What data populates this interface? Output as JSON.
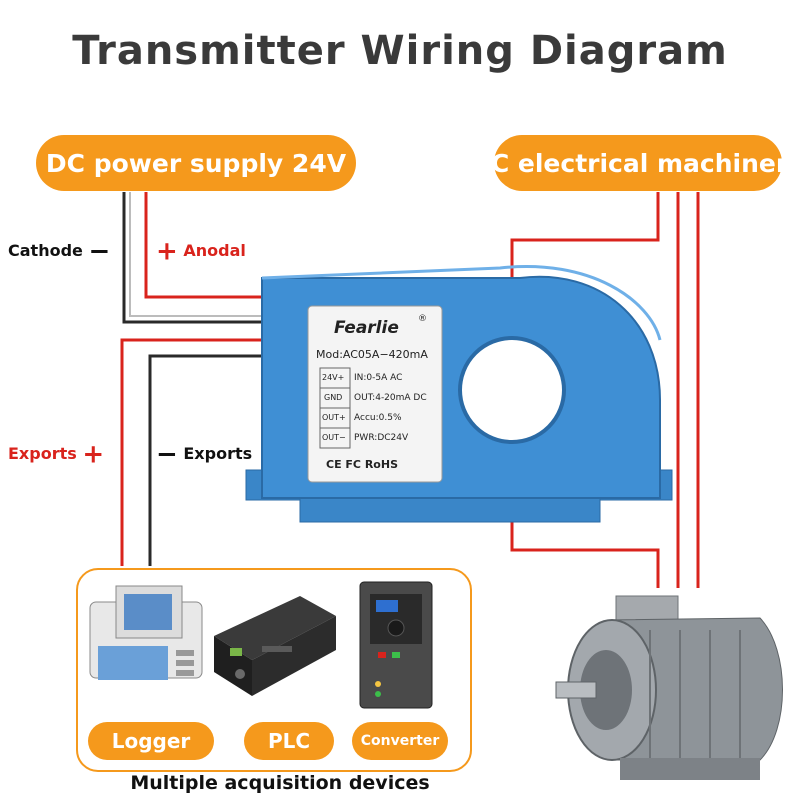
{
  "title": "Transmitter Wiring Diagram",
  "power_supply": "DC power supply 24V",
  "machinery": "AC electrical machinery",
  "cathode": "Cathode",
  "anodal": "Anodal",
  "exports_plus": "Exports",
  "exports_minus": "Exports",
  "symbols": {
    "minus": "−",
    "plus": "+"
  },
  "device_label": {
    "brand": "Fearlie",
    "registered": "®",
    "model": "Mod:AC05A−420mA",
    "terminals": [
      "24V+",
      "GND",
      "OUT+",
      "OUT−"
    ],
    "specs": [
      "IN:0-5A  AC",
      "OUT:4-20mA DC",
      "Accu:0.5%",
      "PWR:DC24V"
    ],
    "certs": "CE  FC  RoHS"
  },
  "acquisition": {
    "logger": "Logger",
    "plc": "PLC",
    "converter": "Converter",
    "footer": "Multiple acquisition devices"
  },
  "colors": {
    "accent": "#f5991c",
    "wire_red": "#d9231c",
    "wire_dark": "#2a2a2a",
    "device_blue": "#3f8fd4"
  }
}
